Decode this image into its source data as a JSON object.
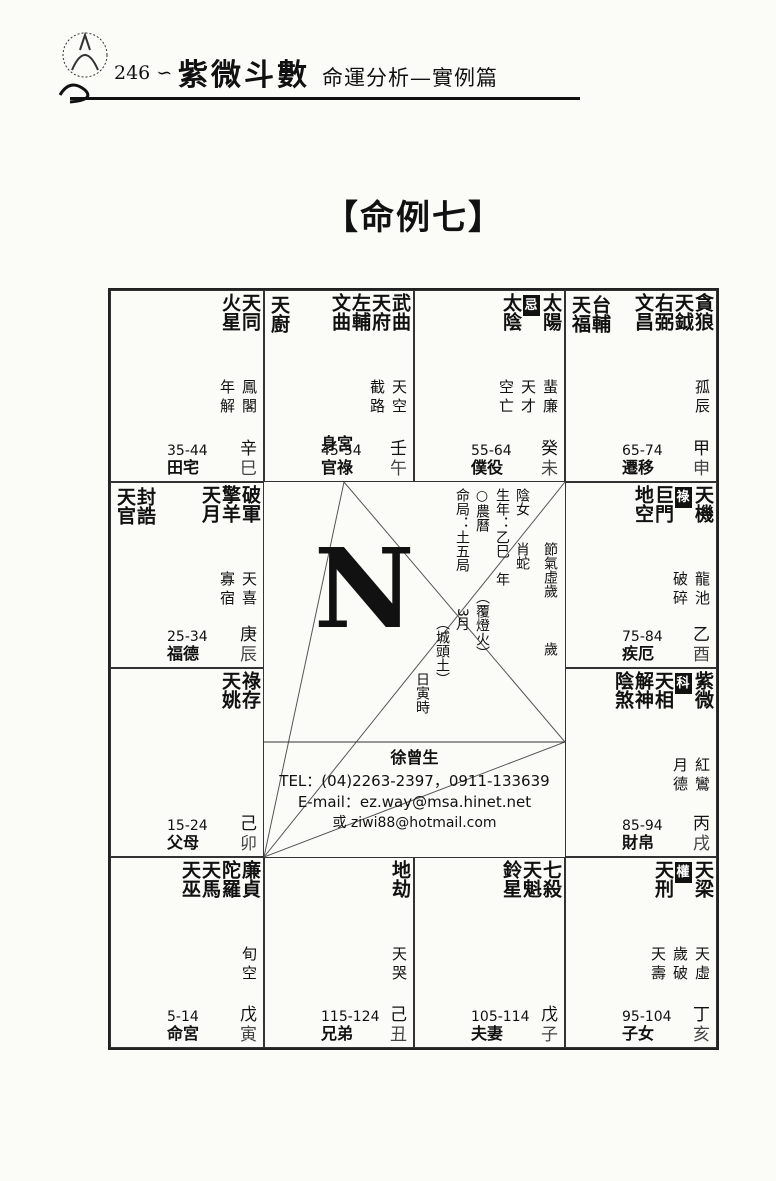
{
  "header": {
    "page_number": "246",
    "ornament": "∽",
    "title": "紫微斗數",
    "subtitle": "命運分析—實例篇"
  },
  "case_title": "【命例七】",
  "palaces": {
    "si": {
      "stars": [
        "天同",
        "火星"
      ],
      "minor": [
        "鳳閣",
        "年解"
      ],
      "range": "35-44",
      "name": "田宅",
      "stem": "辛",
      "branch": "巳"
    },
    "wu": {
      "stars": [
        "武曲",
        "天府",
        "左輔",
        "文曲"
      ],
      "left": [
        "天廚"
      ],
      "minor": [
        "天空",
        "截路"
      ],
      "range": "45-54",
      "name": "身宮\n官祿",
      "stem": "壬",
      "branch": "午"
    },
    "wei": {
      "stars": [
        "太陽",
        "太陰"
      ],
      "badge": "忌",
      "minor": [
        "蜚廉",
        "天才",
        "空亡"
      ],
      "range": "55-64",
      "name": "僕役",
      "stem": "癸",
      "branch": "未"
    },
    "shen": {
      "stars": [
        "貪狼",
        "天鉞",
        "右弼",
        "文昌"
      ],
      "left": [
        "天福",
        "台輔"
      ],
      "minor": [
        "孤辰"
      ],
      "range": "65-74",
      "name": "遷移",
      "stem": "甲",
      "branch": "申"
    },
    "chen": {
      "stars": [
        "破軍",
        "擎羊",
        "天月"
      ],
      "left": [
        "天官",
        "封誥"
      ],
      "minor": [
        "天喜",
        "寡宿"
      ],
      "range": "25-34",
      "name": "福德",
      "stem": "庚",
      "branch": "辰"
    },
    "you": {
      "stars": [
        "天機",
        "巨門",
        "地空"
      ],
      "badge": "祿",
      "minor": [
        "龍池",
        "破碎"
      ],
      "range": "75-84",
      "name": "疾厄",
      "stem": "乙",
      "branch": "酉"
    },
    "mao": {
      "stars": [
        "祿存",
        "天姚"
      ],
      "minor": [],
      "range": "15-24",
      "name": "父母",
      "stem": "己",
      "branch": "卯"
    },
    "xu": {
      "stars": [
        "紫微",
        "天相",
        "解神",
        "陰煞"
      ],
      "badge": "科",
      "minor": [
        "紅鸞",
        "月德"
      ],
      "range": "85-94",
      "name": "財帛",
      "stem": "丙",
      "branch": "戌"
    },
    "yin": {
      "stars": [
        "廉貞",
        "陀羅",
        "天馬",
        "天巫"
      ],
      "minor": [
        "旬空"
      ],
      "range": "5-14",
      "name": "命宮",
      "stem": "戊",
      "branch": "寅"
    },
    "chou": {
      "stars": [
        "地劫"
      ],
      "minor": [
        "天哭"
      ],
      "range": "115-124",
      "name": "兄弟",
      "stem": "己",
      "branch": "丑"
    },
    "zi": {
      "stars": [
        "七殺",
        "天魁",
        "鈴星"
      ],
      "minor": [],
      "range": "105-114",
      "name": "夫妻",
      "stem": "戊",
      "branch": "子"
    },
    "hai": {
      "stars": [
        "天梁",
        "天刑"
      ],
      "badge": "權",
      "minor": [
        "天虛",
        "歲破",
        "天壽"
      ],
      "range": "95-104",
      "name": "子女",
      "stem": "丁",
      "branch": "亥"
    }
  },
  "center": {
    "letter": "N",
    "gender": "陰女",
    "birth_year": "生年：乙巳",
    "zodiac": "肖蛇",
    "lunar": "○農曆",
    "year": "年",
    "month": "3月",
    "hour": "日寅時",
    "ming_ju": "命局：土五局",
    "element": "（覆燈火）",
    "ju_detail": "（城頭土）",
    "solar_term": "節氣虛歲",
    "sui": "歲",
    "name": "徐曾生",
    "tel": "TEL：(04)2263-2397，0911-133639",
    "email": "E-mail：ez.way@msa.hinet.net",
    "email2": "或 ziwi88@hotmail.com"
  }
}
